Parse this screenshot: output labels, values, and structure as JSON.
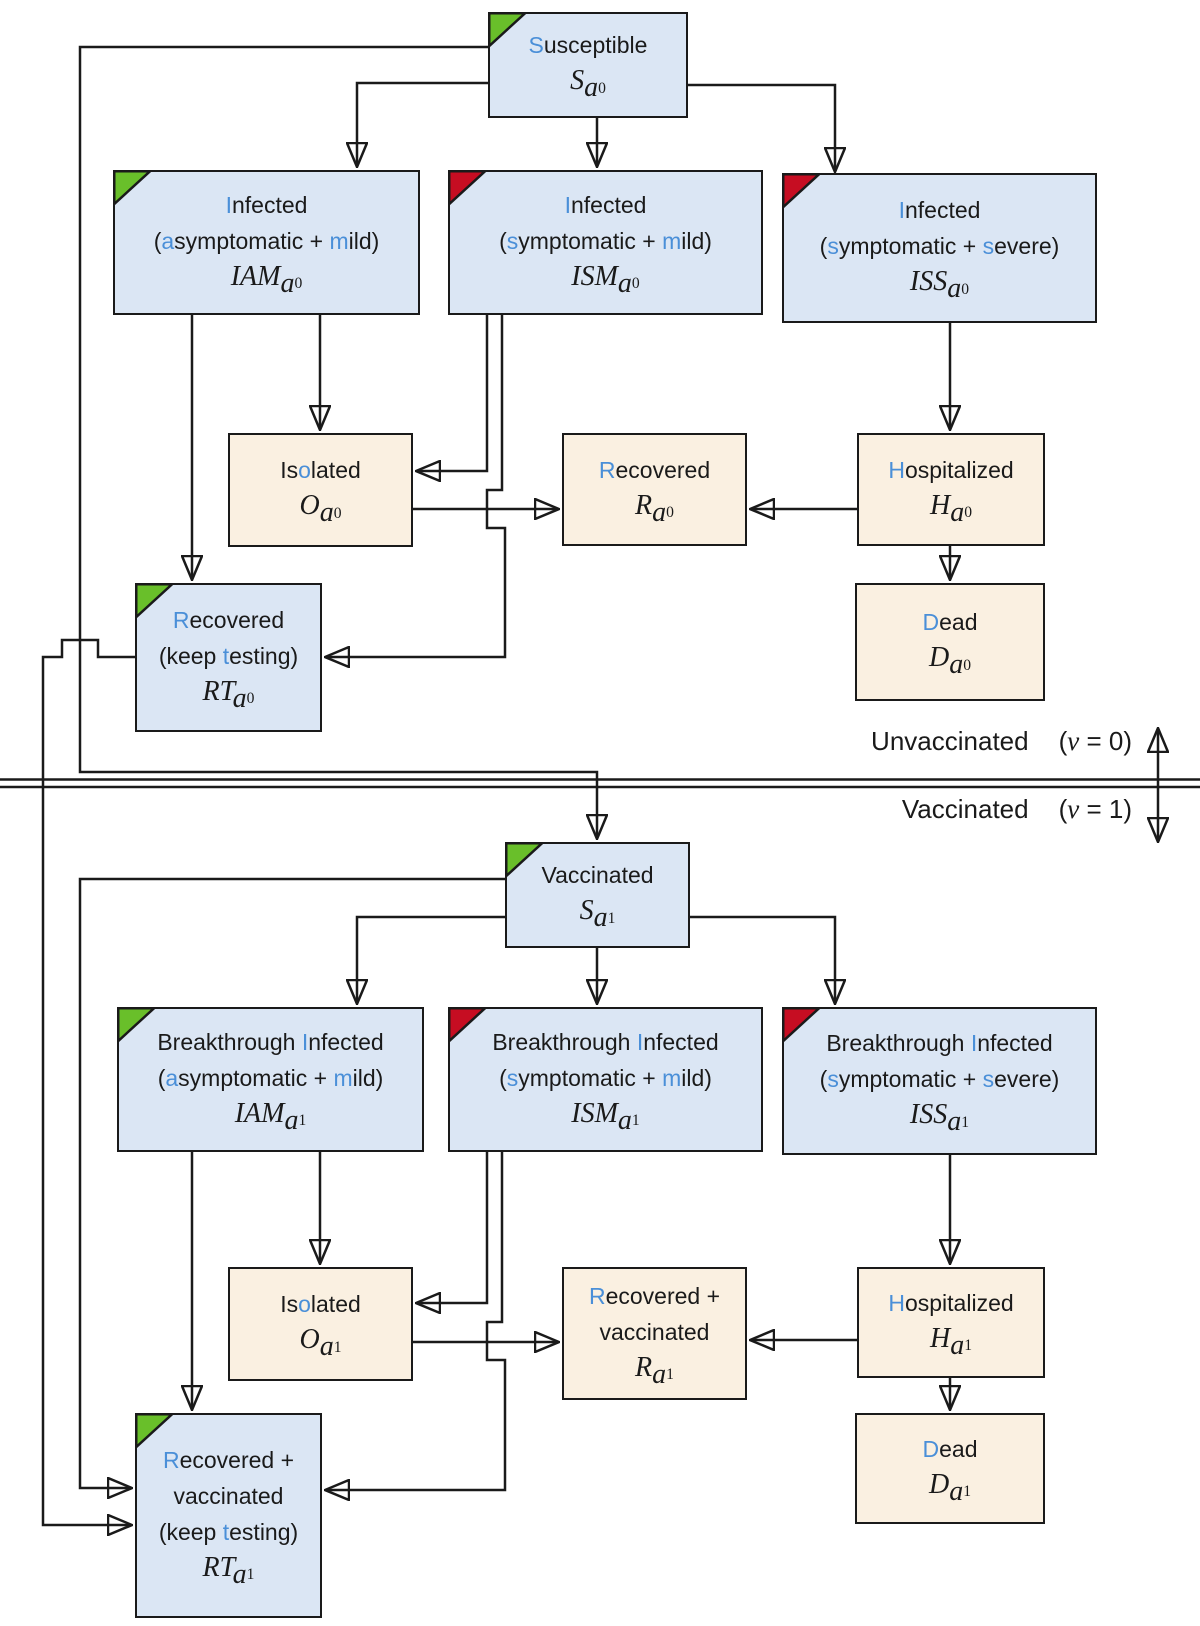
{
  "palette": {
    "line": "#1a1a1a",
    "box_blue": "#dbe6f4",
    "box_tan": "#faf0e1",
    "accent_blue": "#4a8fd8",
    "green": "#69bf2a",
    "red": "#c60d22"
  },
  "divider": {
    "upper_word": [
      {
        "t": "Unvaccinated"
      }
    ],
    "upper_var": [
      {
        "t": "("
      },
      {
        "t": "v",
        "math": 1
      },
      {
        "t": " = 0)"
      }
    ],
    "lower_word": [
      {
        "t": "Vaccinated"
      }
    ],
    "lower_var": [
      {
        "t": "("
      },
      {
        "t": "v",
        "math": 1
      },
      {
        "t": " = 1)"
      }
    ]
  },
  "nodes": {
    "s_a0": {
      "lines": [
        [
          {
            "t": "S",
            "hl": 1
          },
          {
            "t": "usceptible"
          }
        ],
        [
          {
            "t": "S",
            "math": 1
          },
          {
            "t": "a",
            "math": 1,
            "sub": 1
          },
          {
            "t": "0",
            "up": 1,
            "sub": 1
          }
        ]
      ]
    },
    "iam_a0": {
      "lines": [
        [
          {
            "t": "I",
            "hl": 1
          },
          {
            "t": "nfected"
          }
        ],
        [
          {
            "t": "("
          },
          {
            "t": "a",
            "hl": 1
          },
          {
            "t": "symptomatic + "
          },
          {
            "t": "m",
            "hl": 1
          },
          {
            "t": "ild)"
          }
        ],
        [
          {
            "t": "IAM",
            "math": 1
          },
          {
            "t": "a",
            "math": 1,
            "sub": 1
          },
          {
            "t": "0",
            "up": 1,
            "sub": 1
          }
        ]
      ]
    },
    "ism_a0": {
      "lines": [
        [
          {
            "t": "I",
            "hl": 1
          },
          {
            "t": "nfected"
          }
        ],
        [
          {
            "t": "("
          },
          {
            "t": "s",
            "hl": 1
          },
          {
            "t": "ymptomatic + "
          },
          {
            "t": "m",
            "hl": 1
          },
          {
            "t": "ild)"
          }
        ],
        [
          {
            "t": "ISM",
            "math": 1
          },
          {
            "t": "a",
            "math": 1,
            "sub": 1
          },
          {
            "t": "0",
            "up": 1,
            "sub": 1
          }
        ]
      ]
    },
    "iss_a0": {
      "lines": [
        [
          {
            "t": "I",
            "hl": 1
          },
          {
            "t": "nfected"
          }
        ],
        [
          {
            "t": "("
          },
          {
            "t": "s",
            "hl": 1
          },
          {
            "t": "ymptomatic + "
          },
          {
            "t": "s",
            "hl": 1
          },
          {
            "t": "evere)"
          }
        ],
        [
          {
            "t": "ISS",
            "math": 1
          },
          {
            "t": "a",
            "math": 1,
            "sub": 1
          },
          {
            "t": "0",
            "up": 1,
            "sub": 1
          }
        ]
      ]
    },
    "o_a0": {
      "lines": [
        [
          {
            "t": "Is"
          },
          {
            "t": "o",
            "hl": 1
          },
          {
            "t": "lated"
          }
        ],
        [
          {
            "t": "O",
            "math": 1
          },
          {
            "t": "a",
            "math": 1,
            "sub": 1
          },
          {
            "t": "0",
            "up": 1,
            "sub": 1
          }
        ]
      ]
    },
    "r_a0": {
      "lines": [
        [
          {
            "t": "R",
            "hl": 1
          },
          {
            "t": "ecovered"
          }
        ],
        [
          {
            "t": "R",
            "math": 1
          },
          {
            "t": "a",
            "math": 1,
            "sub": 1
          },
          {
            "t": "0",
            "up": 1,
            "sub": 1
          }
        ]
      ]
    },
    "h_a0": {
      "lines": [
        [
          {
            "t": "H",
            "hl": 1
          },
          {
            "t": "ospitalized"
          }
        ],
        [
          {
            "t": "H",
            "math": 1
          },
          {
            "t": "a",
            "math": 1,
            "sub": 1
          },
          {
            "t": "0",
            "up": 1,
            "sub": 1
          }
        ]
      ]
    },
    "rt_a0": {
      "lines": [
        [
          {
            "t": "R",
            "hl": 1
          },
          {
            "t": "ecovered"
          }
        ],
        [
          {
            "t": "(keep "
          },
          {
            "t": "t",
            "hl": 1
          },
          {
            "t": "esting)"
          }
        ],
        [
          {
            "t": "RT",
            "math": 1
          },
          {
            "t": "a",
            "math": 1,
            "sub": 1
          },
          {
            "t": "0",
            "up": 1,
            "sub": 1
          }
        ]
      ]
    },
    "d_a0": {
      "lines": [
        [
          {
            "t": "D",
            "hl": 1
          },
          {
            "t": "ead"
          }
        ],
        [
          {
            "t": "D",
            "math": 1
          },
          {
            "t": "a",
            "math": 1,
            "sub": 1
          },
          {
            "t": "0",
            "up": 1,
            "sub": 1
          }
        ]
      ]
    },
    "s_a1": {
      "lines": [
        [
          {
            "t": "Vaccinated"
          }
        ],
        [
          {
            "t": "S",
            "math": 1
          },
          {
            "t": "a",
            "math": 1,
            "sub": 1
          },
          {
            "t": "1",
            "up": 1,
            "sub": 1
          }
        ]
      ]
    },
    "iam_a1": {
      "lines": [
        [
          {
            "t": "Breakthrough "
          },
          {
            "t": "I",
            "hl": 1
          },
          {
            "t": "nfected"
          }
        ],
        [
          {
            "t": "("
          },
          {
            "t": "a",
            "hl": 1
          },
          {
            "t": "symptomatic + "
          },
          {
            "t": "m",
            "hl": 1
          },
          {
            "t": "ild)"
          }
        ],
        [
          {
            "t": "IAM",
            "math": 1
          },
          {
            "t": "a",
            "math": 1,
            "sub": 1
          },
          {
            "t": "1",
            "up": 1,
            "sub": 1
          }
        ]
      ]
    },
    "ism_a1": {
      "lines": [
        [
          {
            "t": "Breakthrough "
          },
          {
            "t": "I",
            "hl": 1
          },
          {
            "t": "nfected"
          }
        ],
        [
          {
            "t": "("
          },
          {
            "t": "s",
            "hl": 1
          },
          {
            "t": "ymptomatic + "
          },
          {
            "t": "m",
            "hl": 1
          },
          {
            "t": "ild)"
          }
        ],
        [
          {
            "t": "ISM",
            "math": 1
          },
          {
            "t": "a",
            "math": 1,
            "sub": 1
          },
          {
            "t": "1",
            "up": 1,
            "sub": 1
          }
        ]
      ]
    },
    "iss_a1": {
      "lines": [
        [
          {
            "t": "Breakthrough "
          },
          {
            "t": "I",
            "hl": 1
          },
          {
            "t": "nfected"
          }
        ],
        [
          {
            "t": "("
          },
          {
            "t": "s",
            "hl": 1
          },
          {
            "t": "ymptomatic + "
          },
          {
            "t": "s",
            "hl": 1
          },
          {
            "t": "evere)"
          }
        ],
        [
          {
            "t": "ISS",
            "math": 1
          },
          {
            "t": "a",
            "math": 1,
            "sub": 1
          },
          {
            "t": "1",
            "up": 1,
            "sub": 1
          }
        ]
      ]
    },
    "o_a1": {
      "lines": [
        [
          {
            "t": "Is"
          },
          {
            "t": "o",
            "hl": 1
          },
          {
            "t": "lated"
          }
        ],
        [
          {
            "t": "O",
            "math": 1
          },
          {
            "t": "a",
            "math": 1,
            "sub": 1
          },
          {
            "t": "1",
            "up": 1,
            "sub": 1
          }
        ]
      ]
    },
    "r_a1": {
      "lines": [
        [
          {
            "t": "R",
            "hl": 1
          },
          {
            "t": "ecovered +"
          }
        ],
        [
          {
            "t": "vaccinated"
          }
        ],
        [
          {
            "t": "R",
            "math": 1
          },
          {
            "t": "a",
            "math": 1,
            "sub": 1
          },
          {
            "t": "1",
            "up": 1,
            "sub": 1
          }
        ]
      ]
    },
    "h_a1": {
      "lines": [
        [
          {
            "t": "H",
            "hl": 1
          },
          {
            "t": "ospitalized"
          }
        ],
        [
          {
            "t": "H",
            "math": 1
          },
          {
            "t": "a",
            "math": 1,
            "sub": 1
          },
          {
            "t": "1",
            "up": 1,
            "sub": 1
          }
        ]
      ]
    },
    "rt_a1": {
      "lines": [
        [
          {
            "t": "R",
            "hl": 1
          },
          {
            "t": "ecovered +"
          }
        ],
        [
          {
            "t": "vaccinated"
          }
        ],
        [
          {
            "t": "(keep "
          },
          {
            "t": "t",
            "hl": 1
          },
          {
            "t": "esting)"
          }
        ],
        [
          {
            "t": "RT",
            "math": 1
          },
          {
            "t": "a",
            "math": 1,
            "sub": 1
          },
          {
            "t": "1",
            "up": 1,
            "sub": 1
          }
        ]
      ]
    },
    "d_a1": {
      "lines": [
        [
          {
            "t": "D",
            "hl": 1
          },
          {
            "t": "ead"
          }
        ],
        [
          {
            "t": "D",
            "math": 1
          },
          {
            "t": "a",
            "math": 1,
            "sub": 1
          },
          {
            "t": "1",
            "up": 1,
            "sub": 1
          }
        ]
      ]
    }
  }
}
